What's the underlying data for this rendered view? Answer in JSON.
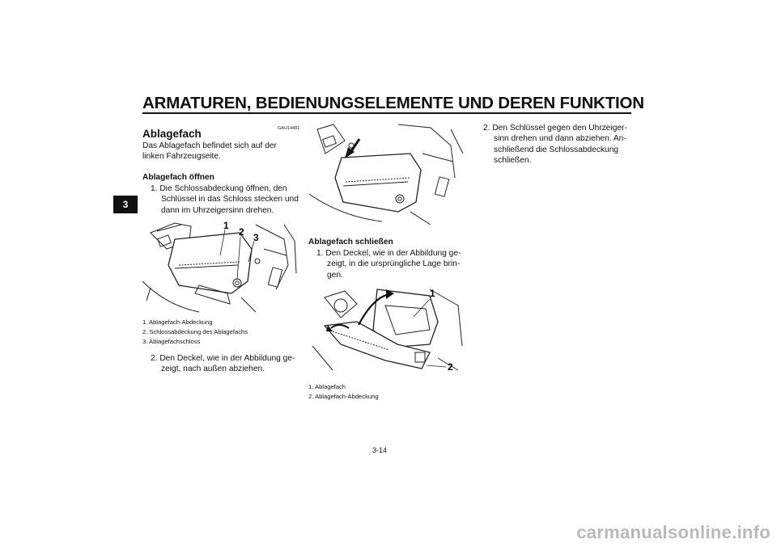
{
  "header": {
    "title": "ARMATUREN, BEDIENUNGSELEMENTE UND DEREN FUNKTION"
  },
  "chapter_tab": "3",
  "left_col": {
    "code": "GAU14481",
    "section_title": "Ablagefach",
    "intro": "Das Ablagefach befindet sich auf der linken Fahrzeugseite.",
    "subheading_open": "Ablagefach öffnen",
    "step1": [
      "1.  Die Schlossabdeckung öffnen, den",
      "Schlüssel in das Schloss stecken und",
      "dann im Uhrzeigersinn drehen."
    ],
    "figure1": {
      "callouts": [
        "1",
        "2",
        "3"
      ],
      "captions": [
        "1.  Ablagefach-Abdeckung",
        "2.  Schlossabdeckung des Ablagefachs",
        "3.  Ablagefachschloss"
      ]
    },
    "step2": [
      "2.  Den Deckel, wie in der Abbildung ge-",
      "zeigt, nach außen abziehen."
    ]
  },
  "middle_col": {
    "subheading_close": "Ablagefach schließen",
    "step1": [
      "1.  Den Deckel, wie in der Abbildung ge-",
      "zeigt, in die ursprüngliche Lage brin-",
      "gen."
    ],
    "figure3": {
      "callouts": [
        "1",
        "2"
      ],
      "captions": [
        "1.  Ablagefach",
        "2.  Ablagefach-Abdeckung"
      ]
    }
  },
  "right_col": {
    "step2": [
      "2.  Den Schlüssel gegen den Uhrzeiger-",
      "sinn drehen und dann abziehen. An-",
      "schließend die Schlossabdeckung",
      "schließen."
    ]
  },
  "page_number": "3-14",
  "watermark": "carmanualsonline.info"
}
